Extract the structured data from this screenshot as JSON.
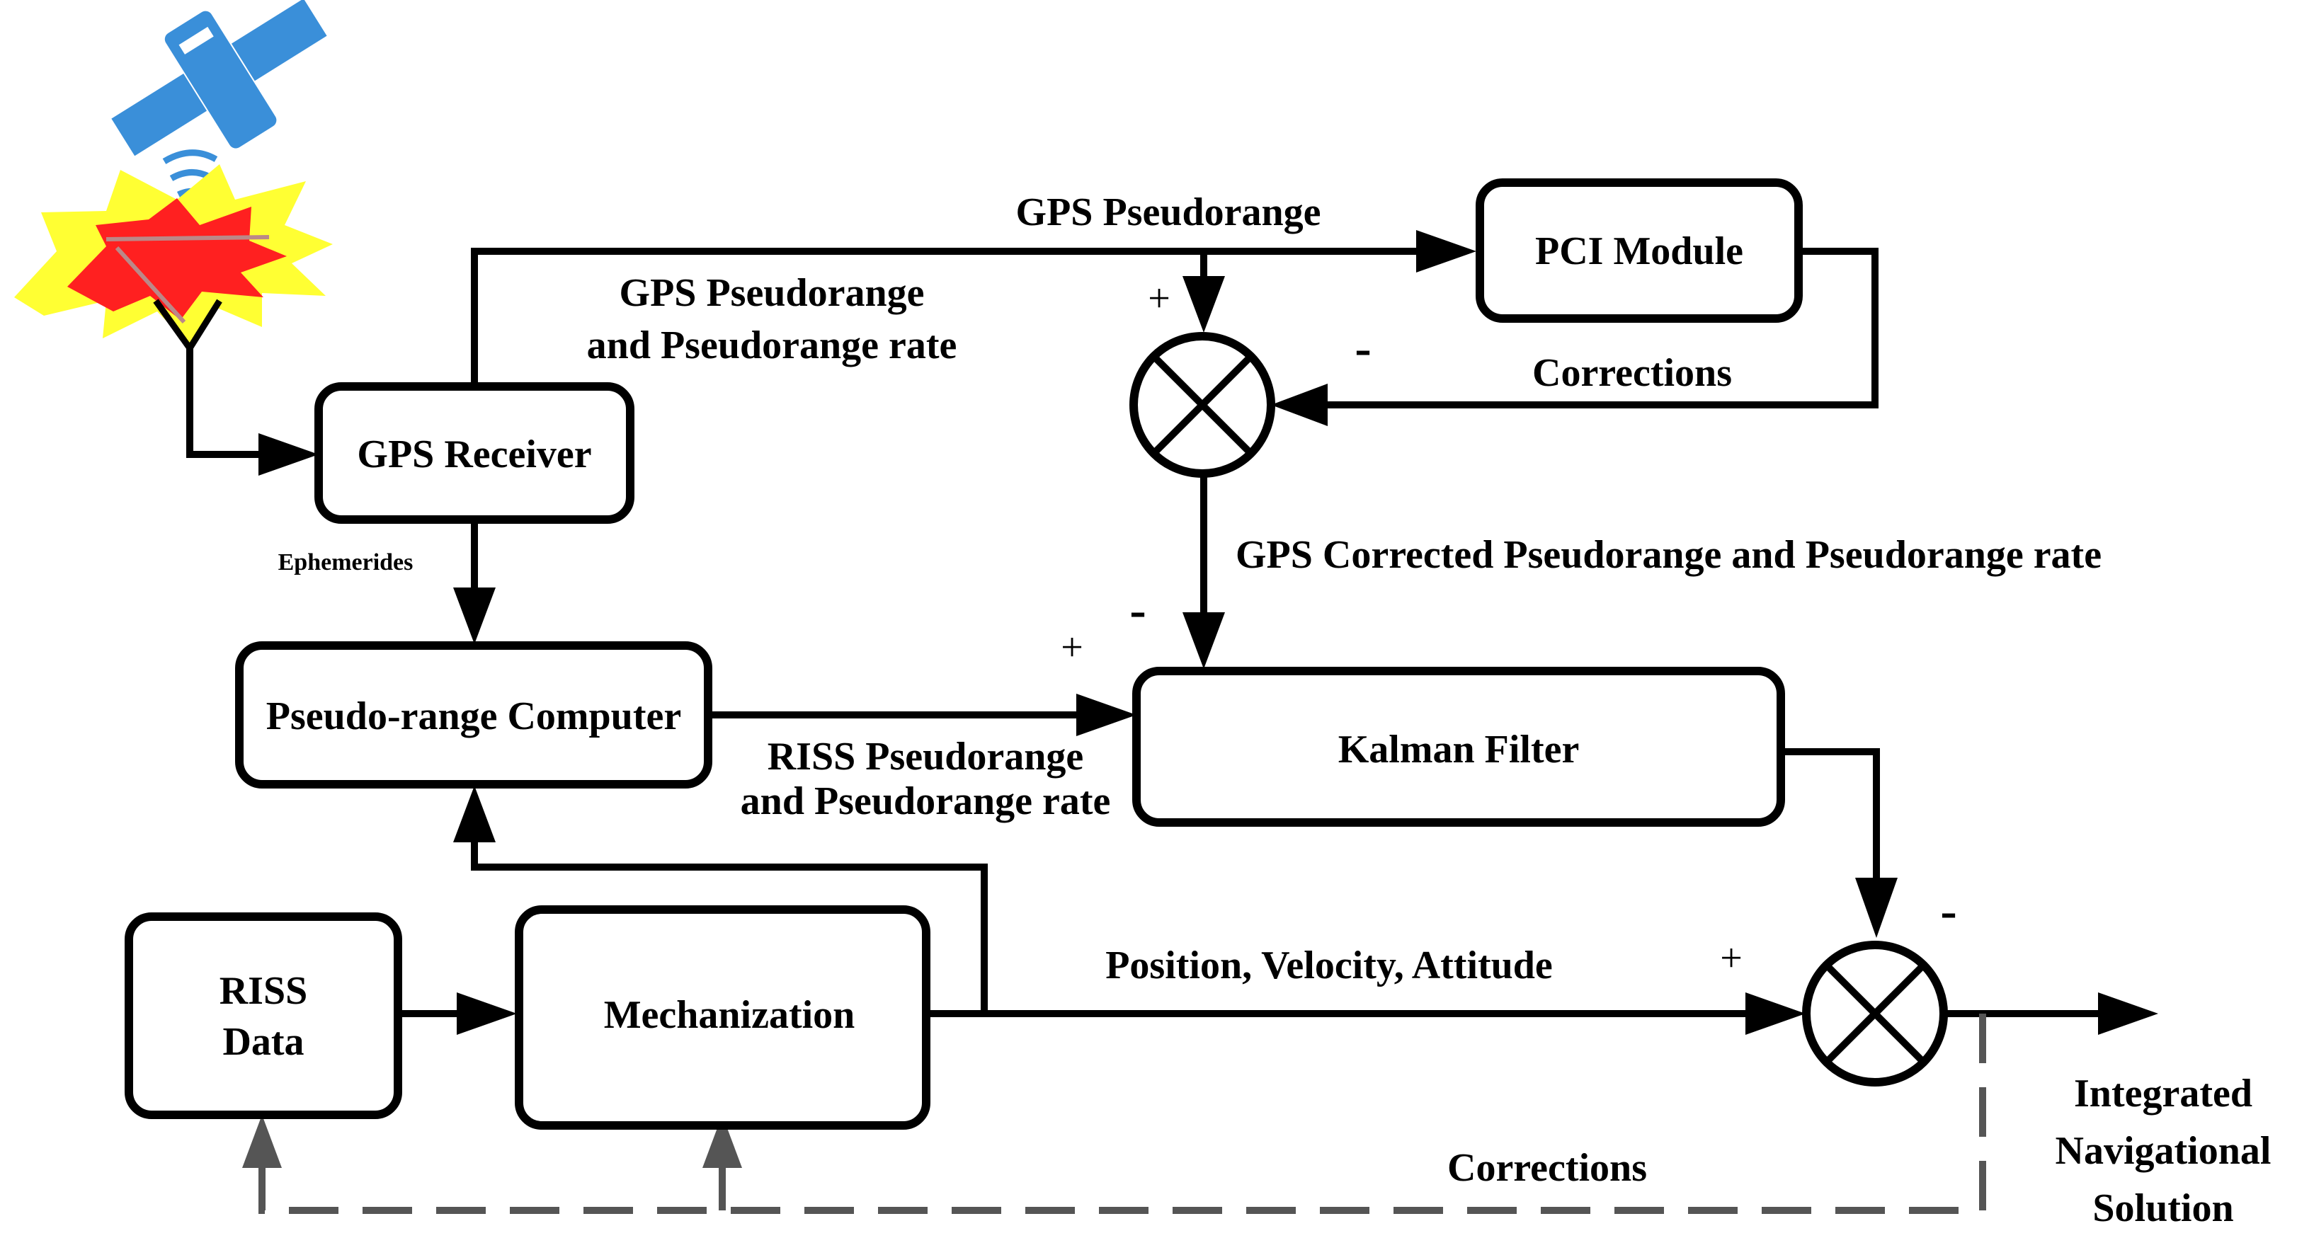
{
  "blocks": {
    "gps_receiver": "GPS Receiver",
    "pci_module": "PCI Module",
    "pseudorange_computer": "Pseudo-range Computer",
    "kalman_filter": "Kalman Filter",
    "riss_data_line1": "RISS",
    "riss_data_line2": "Data",
    "mechanization": "Mechanization"
  },
  "labels": {
    "gps_pseudorange": "GPS Pseudorange",
    "gps_pr_rate_line1": "GPS Pseudorange",
    "gps_pr_rate_line2": "and Pseudorange rate",
    "corrections_top": "Corrections",
    "ephemerides": "Ephemerides",
    "gps_corrected": "GPS  Corrected Pseudorange and Pseudorange rate",
    "riss_pr_line1": "RISS Pseudorange",
    "riss_pr_line2": "and Pseudorange rate",
    "pva": "Position, Velocity, Attitude",
    "corrections_bottom": "Corrections",
    "output_line1": "Integrated",
    "output_line2": "Navigational",
    "output_line3": "Solution"
  },
  "signs": {
    "sum1_top": "+",
    "sum1_right": "-",
    "kalman_gps": "-",
    "kalman_riss": "+",
    "sum2_left": "+",
    "sum2_top": "-"
  },
  "icons": [
    "satellite-icon",
    "antenna-icon",
    "summing-junction-icon"
  ],
  "colors": {
    "line": "#000000",
    "feedback": "#555555",
    "satellite": "#3a8fd9",
    "signal_outer": "#ffff33",
    "signal_inner": "#ff2020"
  }
}
